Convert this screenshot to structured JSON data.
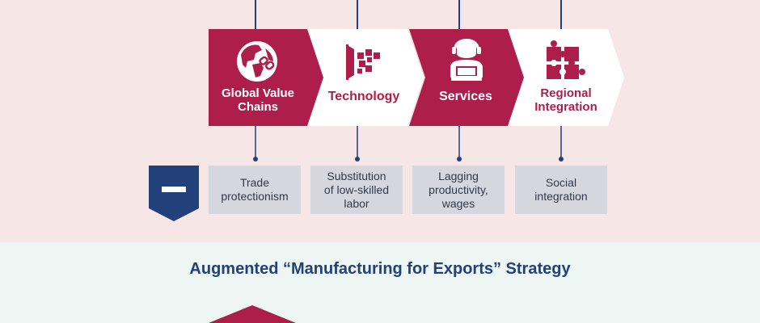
{
  "drivers": [
    {
      "id": "gvc",
      "label": "Global Value\nChains",
      "icon": "globe-chain-icon",
      "risk": "Trade\nprotectionism"
    },
    {
      "id": "tech",
      "label": "Technology",
      "icon": "digital-door-icon",
      "risk": "Substitution\nof low-skilled\nlabor"
    },
    {
      "id": "services",
      "label": "Services",
      "icon": "worker-laptop-icon",
      "risk": "Lagging\nproductivity,\nwages"
    },
    {
      "id": "regional",
      "label": "Regional\nIntegration",
      "icon": "puzzle-icon",
      "risk": "Social\nintegration"
    }
  ],
  "strategy_title": "Augmented “Manufacturing for Exports” Strategy",
  "colors": {
    "crimson": "#ad1e4a",
    "navy": "#22407a",
    "gray_box": "#d6d6df",
    "top_band": "#f6e6e6",
    "bottom_band": "#eef6f3"
  }
}
